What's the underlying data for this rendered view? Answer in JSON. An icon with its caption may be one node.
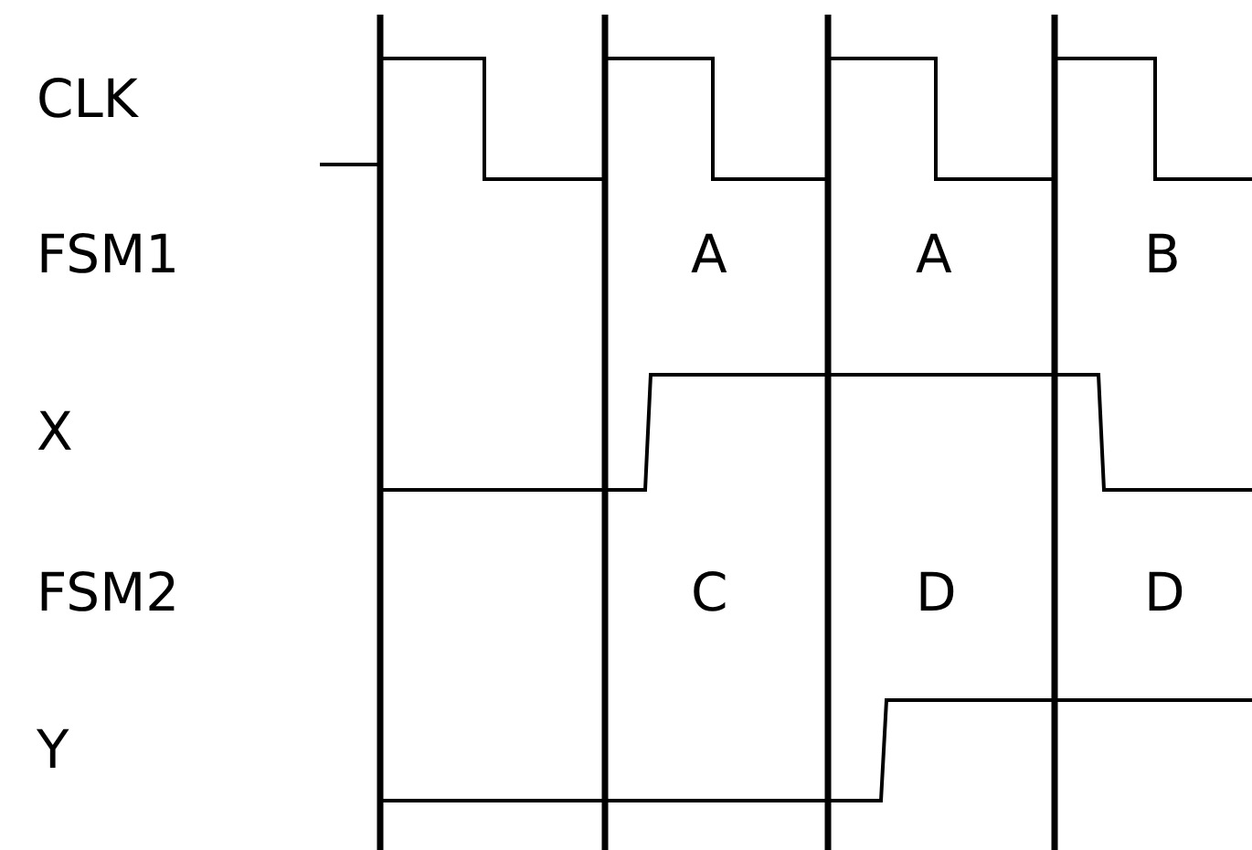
{
  "diagram": {
    "labels": [
      "CLK",
      "FSM1",
      "A",
      "A",
      "B",
      "X",
      "FSM2",
      "C",
      "D",
      "D",
      "Y"
    ]
  }
}
